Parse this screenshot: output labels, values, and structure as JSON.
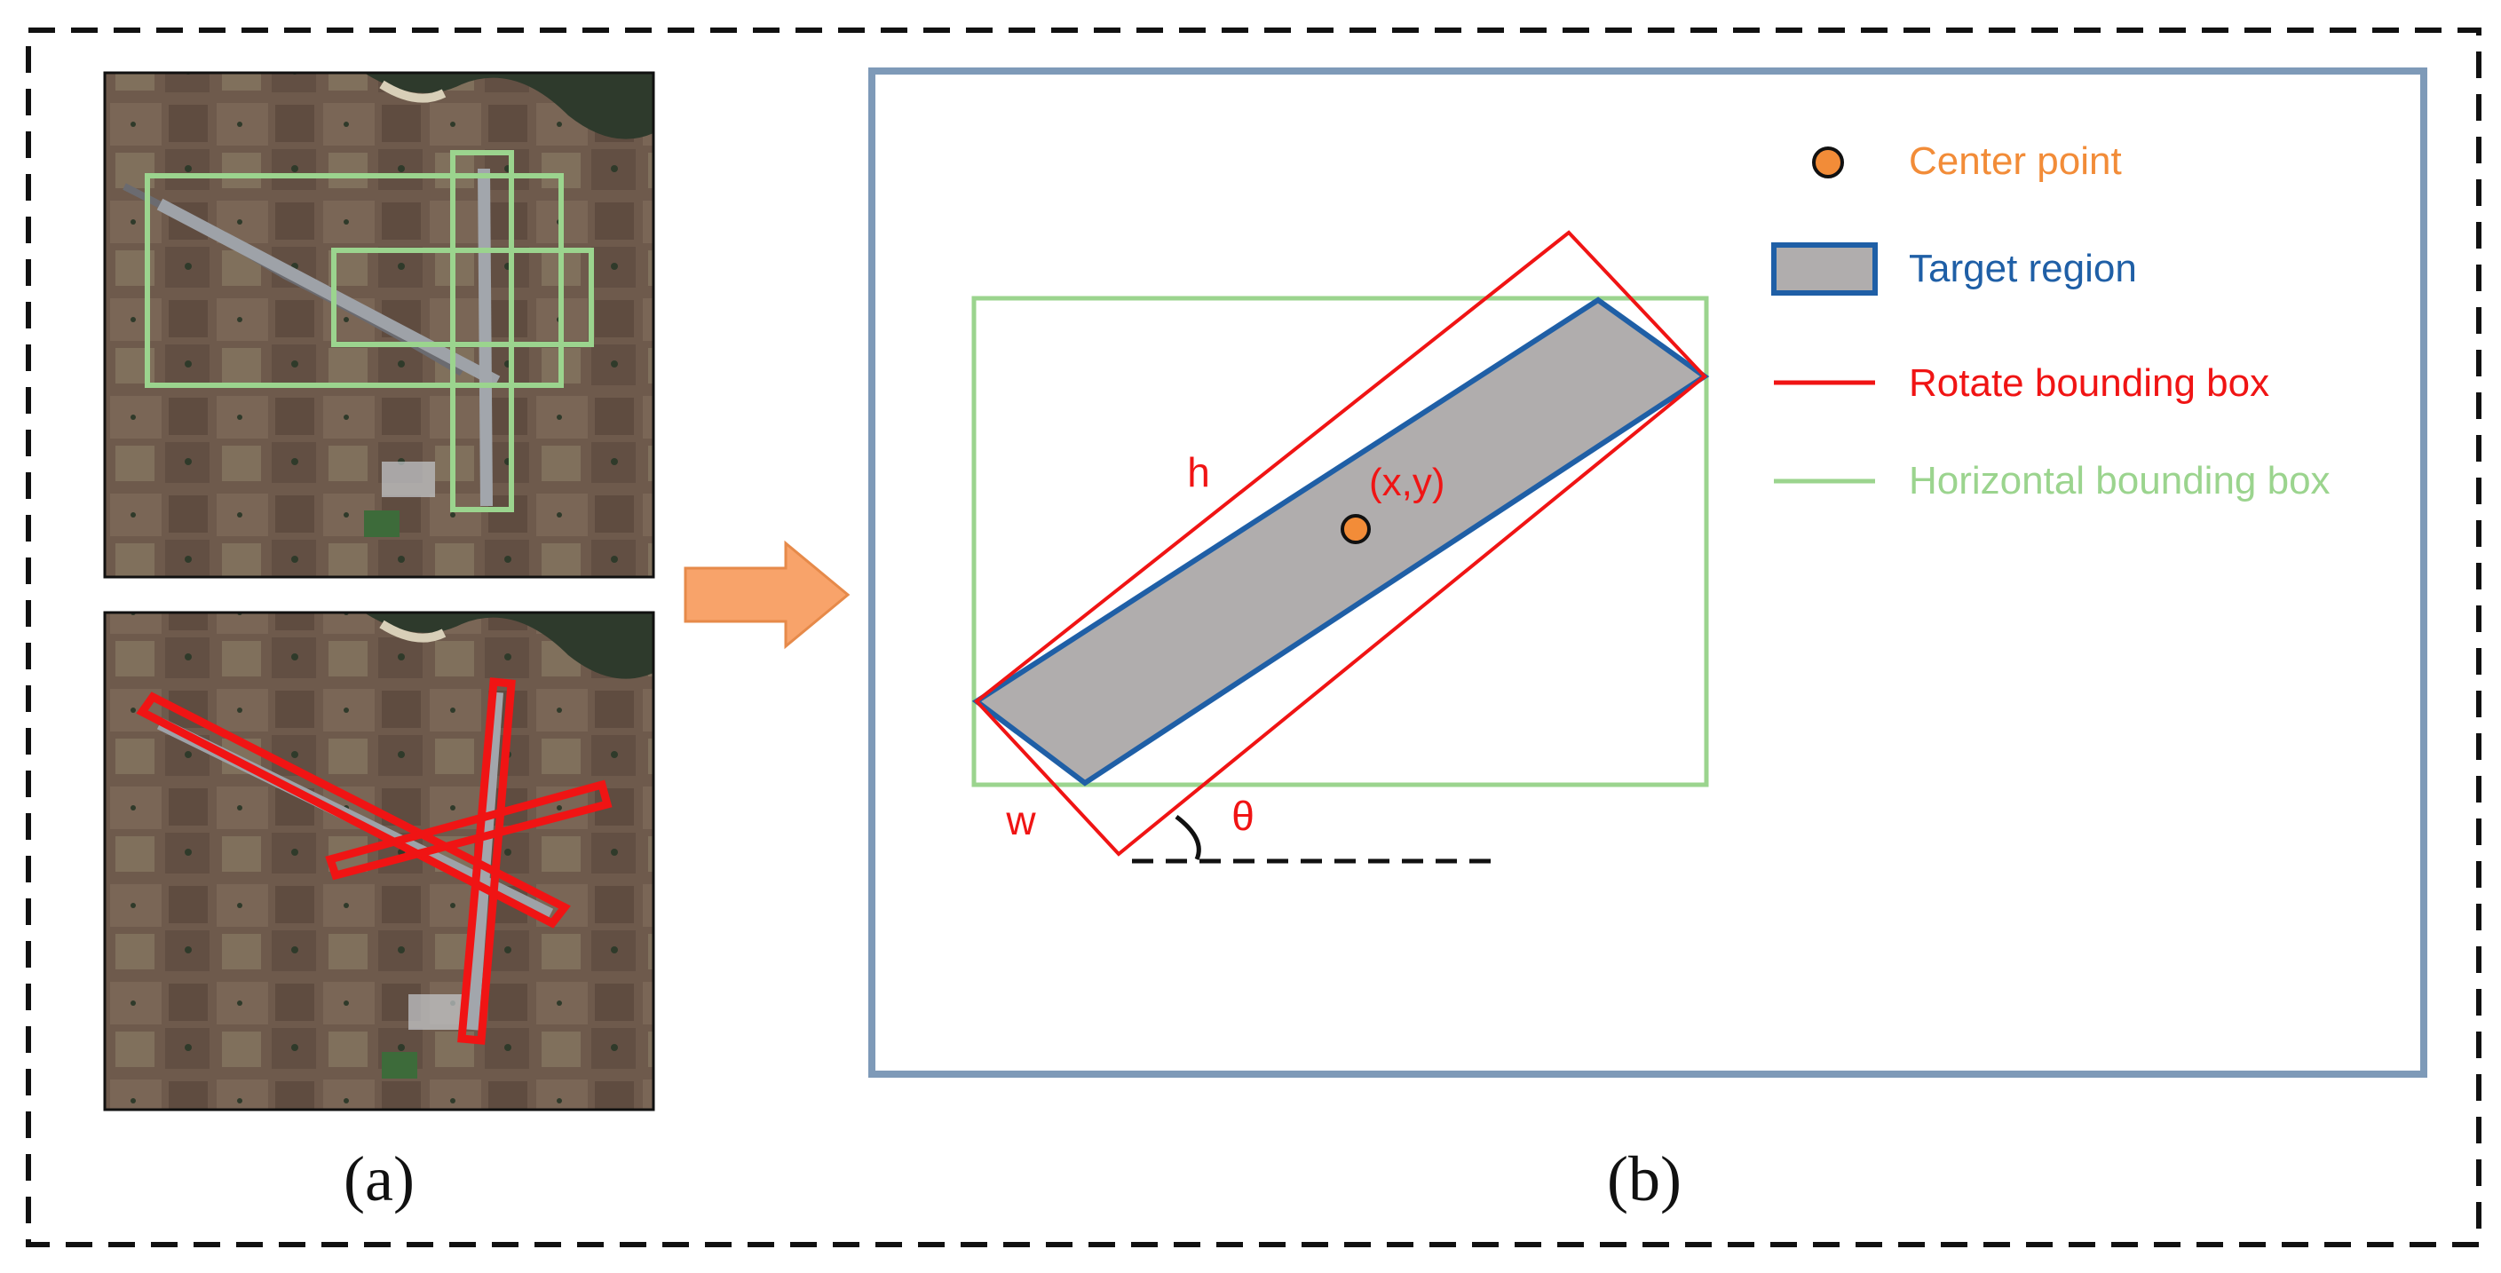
{
  "panels": {
    "a": {
      "caption": "(a)"
    },
    "b": {
      "caption": "(b)"
    }
  },
  "legend": {
    "center_point": "Center point",
    "target_region": "Target region",
    "rotate_box": "Rotate bounding box",
    "horizontal_box": "Horizontal bounding box"
  },
  "labels": {
    "h": "h",
    "w": "w",
    "theta": "θ",
    "center": "(x,y)"
  },
  "colors": {
    "center_point": "#F28C38",
    "target_region_stroke": "#1F5FA6",
    "target_region_fill": "#B0ADAD",
    "rotate_box": "#F01414",
    "horizontal_box": "#9BD48E",
    "panel_b_frame": "#7E9AB8",
    "arrow": "#F8A36A",
    "satellite_background": "#6E5A4C"
  }
}
